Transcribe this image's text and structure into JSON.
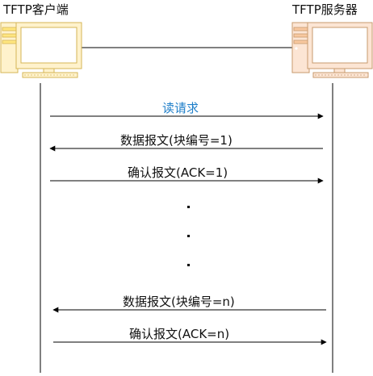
{
  "client": {
    "label": "TFTP客户端",
    "color_light": "#fff2cc",
    "color_mid": "#ffe680",
    "color_dark": "#d6b656"
  },
  "server": {
    "label": "TFTP服务器",
    "color_light": "#fce5d4",
    "color_mid": "#f8c8a0",
    "color_dark": "#c79a6e"
  },
  "messages": [
    {
      "label": "读请求",
      "direction": "to-server",
      "color": "#1f7fc9"
    },
    {
      "label": "数据报文(块编号=1)",
      "direction": "to-client",
      "color": "#111111"
    },
    {
      "label": "确认报文(ACK=1)",
      "direction": "to-server",
      "color": "#111111"
    },
    {
      "label": "数据报文(块编号=n)",
      "direction": "to-client",
      "color": "#111111"
    },
    {
      "label": "确认报文(ACK=n)",
      "direction": "to-server",
      "color": "#111111"
    }
  ],
  "ellipsis": [
    "·",
    "·",
    "·"
  ]
}
